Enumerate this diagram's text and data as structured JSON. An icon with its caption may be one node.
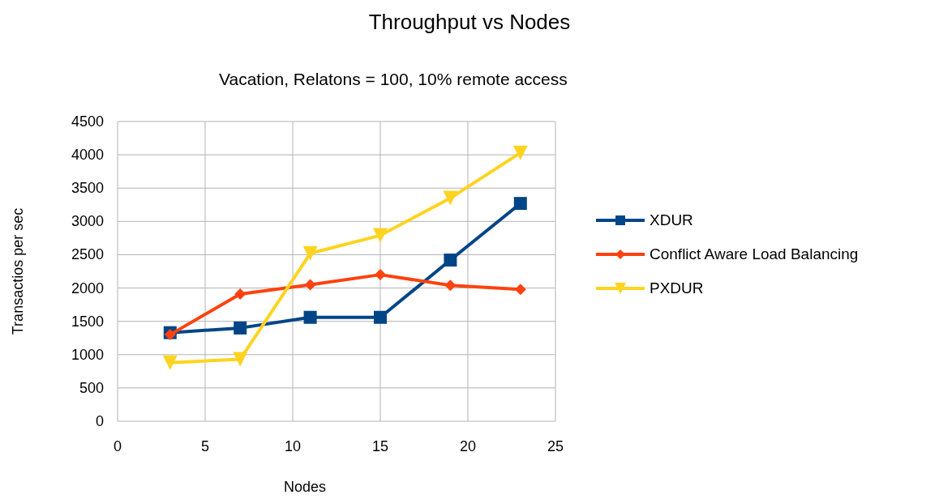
{
  "diagram": {
    "title": "Throughput vs Nodes",
    "chart_data": {
      "type": "line",
      "title": "Vacation, Relatons = 100, 10% remote access",
      "xlabel": "Nodes",
      "ylabel": "Transactios per sec",
      "x": [
        3,
        7,
        11,
        15,
        19,
        23
      ],
      "series": [
        {
          "name": "XDUR",
          "color": "#004586",
          "marker": "square",
          "values": [
            1330,
            1400,
            1560,
            1560,
            2420,
            3270
          ]
        },
        {
          "name": "Conflict Aware Load Balancing",
          "color": "#ff420e",
          "marker": "diamond",
          "values": [
            1300,
            1910,
            2050,
            2200,
            2040,
            1980
          ]
        },
        {
          "name": "PXDUR",
          "color": "#ffd320",
          "marker": "triangle",
          "values": [
            880,
            930,
            2520,
            2790,
            3350,
            4030
          ]
        }
      ],
      "grid": true,
      "legend": "right",
      "xlim": [
        0,
        25
      ],
      "ylim": [
        0,
        4500
      ],
      "xticks": [
        0,
        5,
        10,
        15,
        20,
        25
      ],
      "yticks": [
        0,
        500,
        1000,
        1500,
        2000,
        2500,
        3000,
        3500,
        4000,
        4500
      ]
    }
  }
}
